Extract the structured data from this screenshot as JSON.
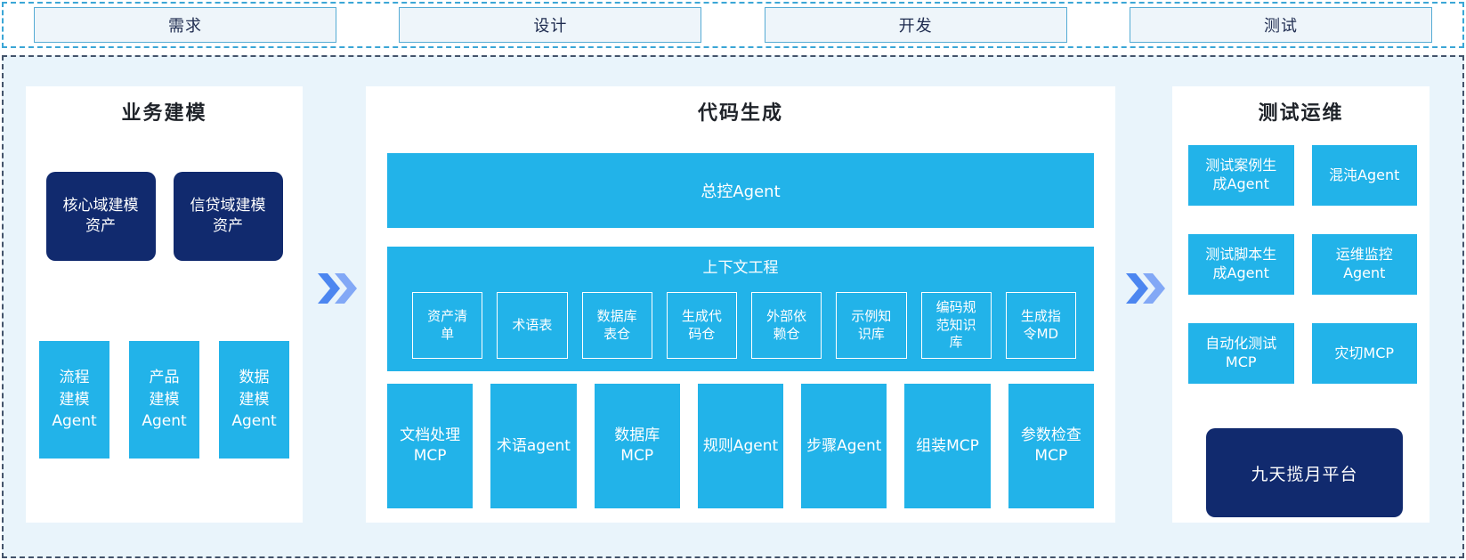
{
  "colors": {
    "cyan": "#22B3E9",
    "navy": "#112A6E",
    "main_background": "#E9F4FB",
    "panel_background": "#FFFFFF",
    "stage_box_background": "#EEF5FA",
    "stage_box_border": "#55ABD4",
    "stage_text": "#1E2B4F",
    "strip_border_dashed": "#3BA6D6",
    "main_border_dashed": "#43536B",
    "chevron_dark": "#4C86F0",
    "chevron_light": "#82A8F6",
    "title_text": "#1F2329",
    "box_text": "#FFFFFF"
  },
  "top_strip": {
    "stages": [
      {
        "label": "需求"
      },
      {
        "label": "设计"
      },
      {
        "label": "开发"
      },
      {
        "label": "测试"
      }
    ]
  },
  "panels": {
    "business_modeling": {
      "title": "业务建模",
      "asset_boxes": [
        {
          "label": "核心域建模\n资产"
        },
        {
          "label": "信贷域建模\n资产"
        }
      ],
      "agent_boxes": [
        {
          "label": "流程\n建模\nAgent"
        },
        {
          "label": "产品\n建模\nAgent"
        },
        {
          "label": "数据\n建模\nAgent"
        }
      ]
    },
    "code_generation": {
      "title": "代码生成",
      "master_agent_label": "总控Agent",
      "context_engineering": {
        "title": "上下文工程",
        "items": [
          {
            "label": "资产清\n单"
          },
          {
            "label": "术语表"
          },
          {
            "label": "数据库\n表仓"
          },
          {
            "label": "生成代\n码仓"
          },
          {
            "label": "外部依\n赖仓"
          },
          {
            "label": "示例知\n识库"
          },
          {
            "label": "编码规\n范知识\n库"
          },
          {
            "label": "生成指\n令MD"
          }
        ]
      },
      "tool_boxes": [
        {
          "label": "文档处理\nMCP"
        },
        {
          "label": "术语agent"
        },
        {
          "label": "数据库\nMCP"
        },
        {
          "label": "规则Agent"
        },
        {
          "label": "步骤Agent"
        },
        {
          "label": "组装MCP"
        },
        {
          "label": "参数检查\nMCP"
        }
      ]
    },
    "test_ops": {
      "title": "测试运维",
      "boxes": [
        {
          "label": "测试案例生\n成Agent"
        },
        {
          "label": "混沌Agent"
        },
        {
          "label": "测试脚本生\n成Agent"
        },
        {
          "label": "运维监控\nAgent"
        },
        {
          "label": "自动化测试\nMCP"
        },
        {
          "label": "灾切MCP"
        }
      ],
      "platform_label": "九天揽月平台"
    }
  }
}
